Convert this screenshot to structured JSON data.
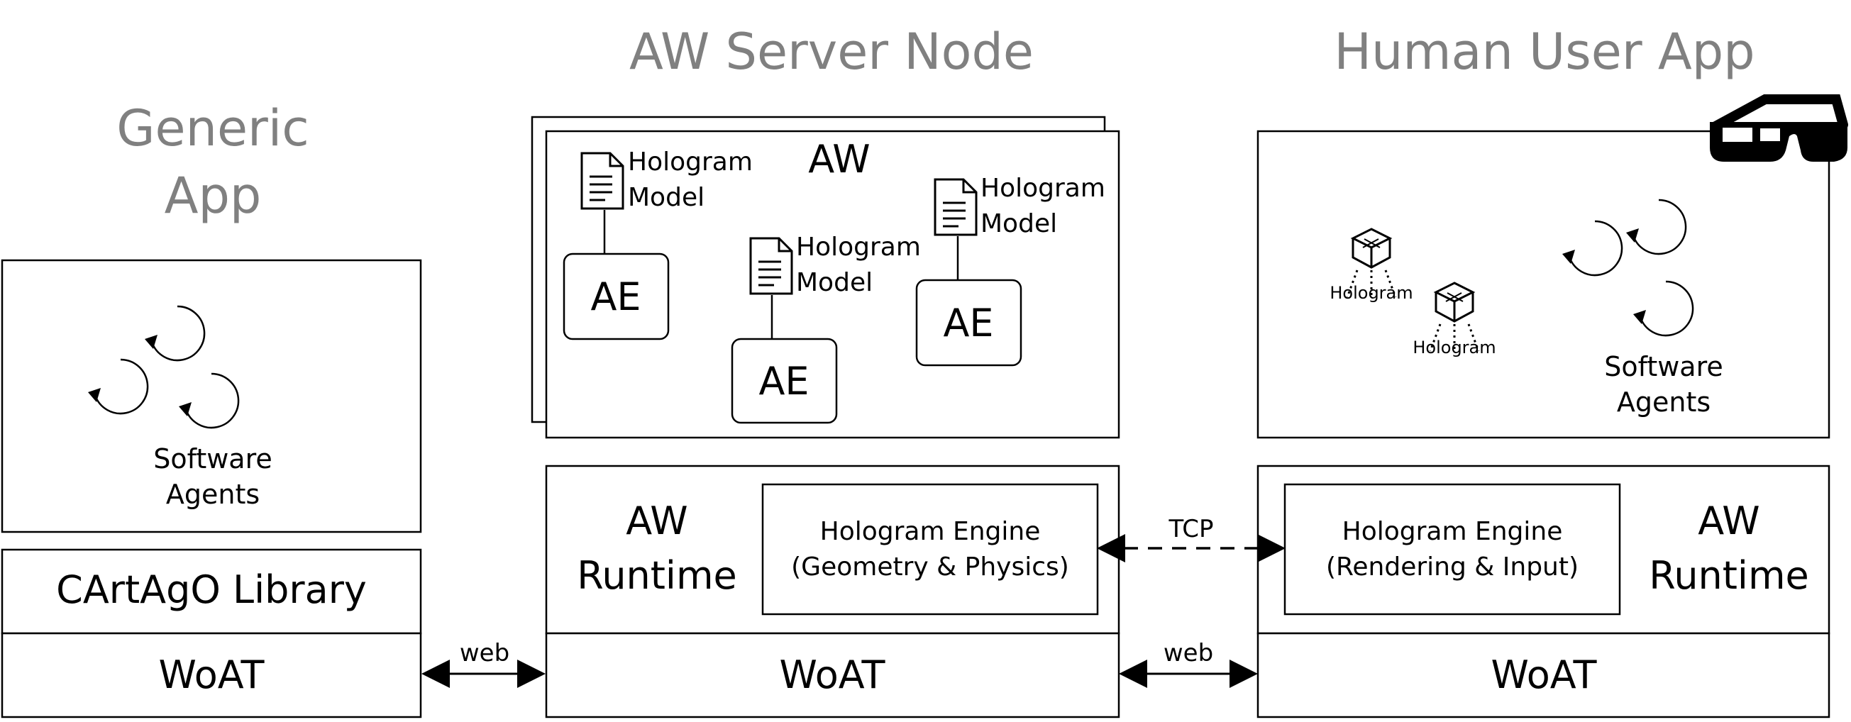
{
  "titles": {
    "generic_app": [
      "Generic",
      "App"
    ],
    "server_node": "AW Server Node",
    "human_app": "Human User App"
  },
  "generic_app": {
    "agents_label": [
      "Software",
      "Agents"
    ],
    "cartago": "CArtAgO Library",
    "woat": "WoAT"
  },
  "server_node": {
    "aw_label": "AW",
    "hologram_model": [
      "Hologram",
      "Model"
    ],
    "ae_label": "AE",
    "runtime": [
      "AW",
      "Runtime"
    ],
    "engine": [
      "Hologram Engine",
      "(Geometry & Physics)"
    ],
    "woat": "WoAT"
  },
  "human_app": {
    "hologram_label": "Hologram",
    "agents_label": [
      "Software",
      "Agents"
    ],
    "engine": [
      "Hologram Engine",
      "(Rendering & Input)"
    ],
    "runtime": [
      "AW",
      "Runtime"
    ],
    "woat": "WoAT"
  },
  "connections": {
    "web": "web",
    "tcp": "TCP"
  }
}
